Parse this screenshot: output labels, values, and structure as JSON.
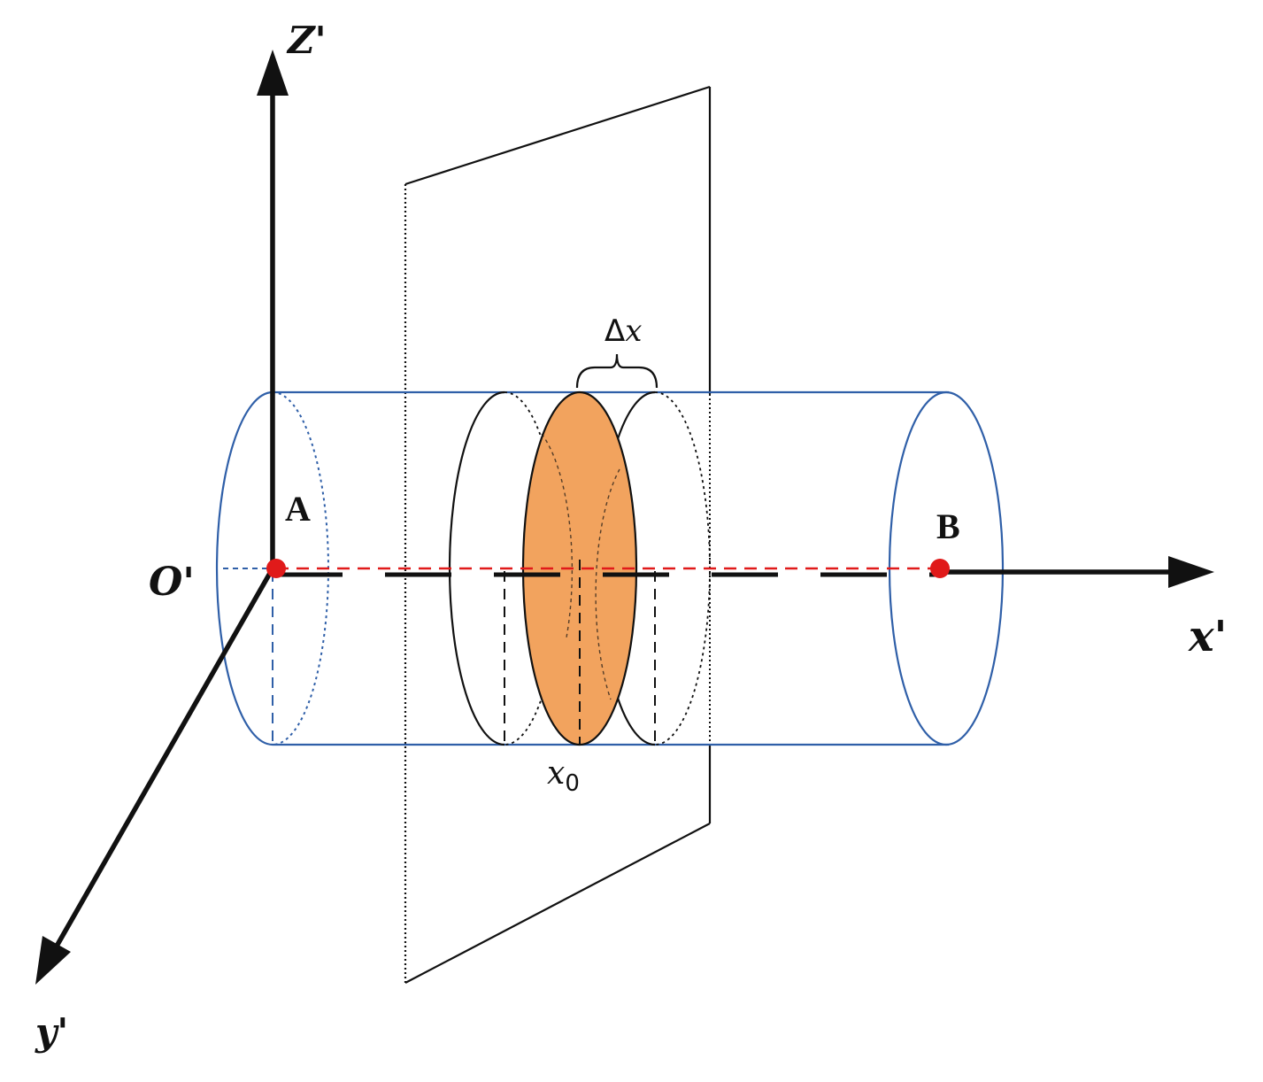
{
  "labels": {
    "z_axis": "Z'",
    "x_axis": "x'",
    "y_axis": "y'",
    "origin": "O'",
    "point_a": "A",
    "point_b": "B",
    "delta_sym": "Δ",
    "delta_var": "x",
    "x0_var": "x",
    "x0_sub": "0"
  },
  "colors": {
    "cylinder": "#2f5fa8",
    "axis_line": "#e01a1a",
    "point": "#e01a1a",
    "disk_fill": "#f2a35e",
    "ink": "#111111"
  }
}
